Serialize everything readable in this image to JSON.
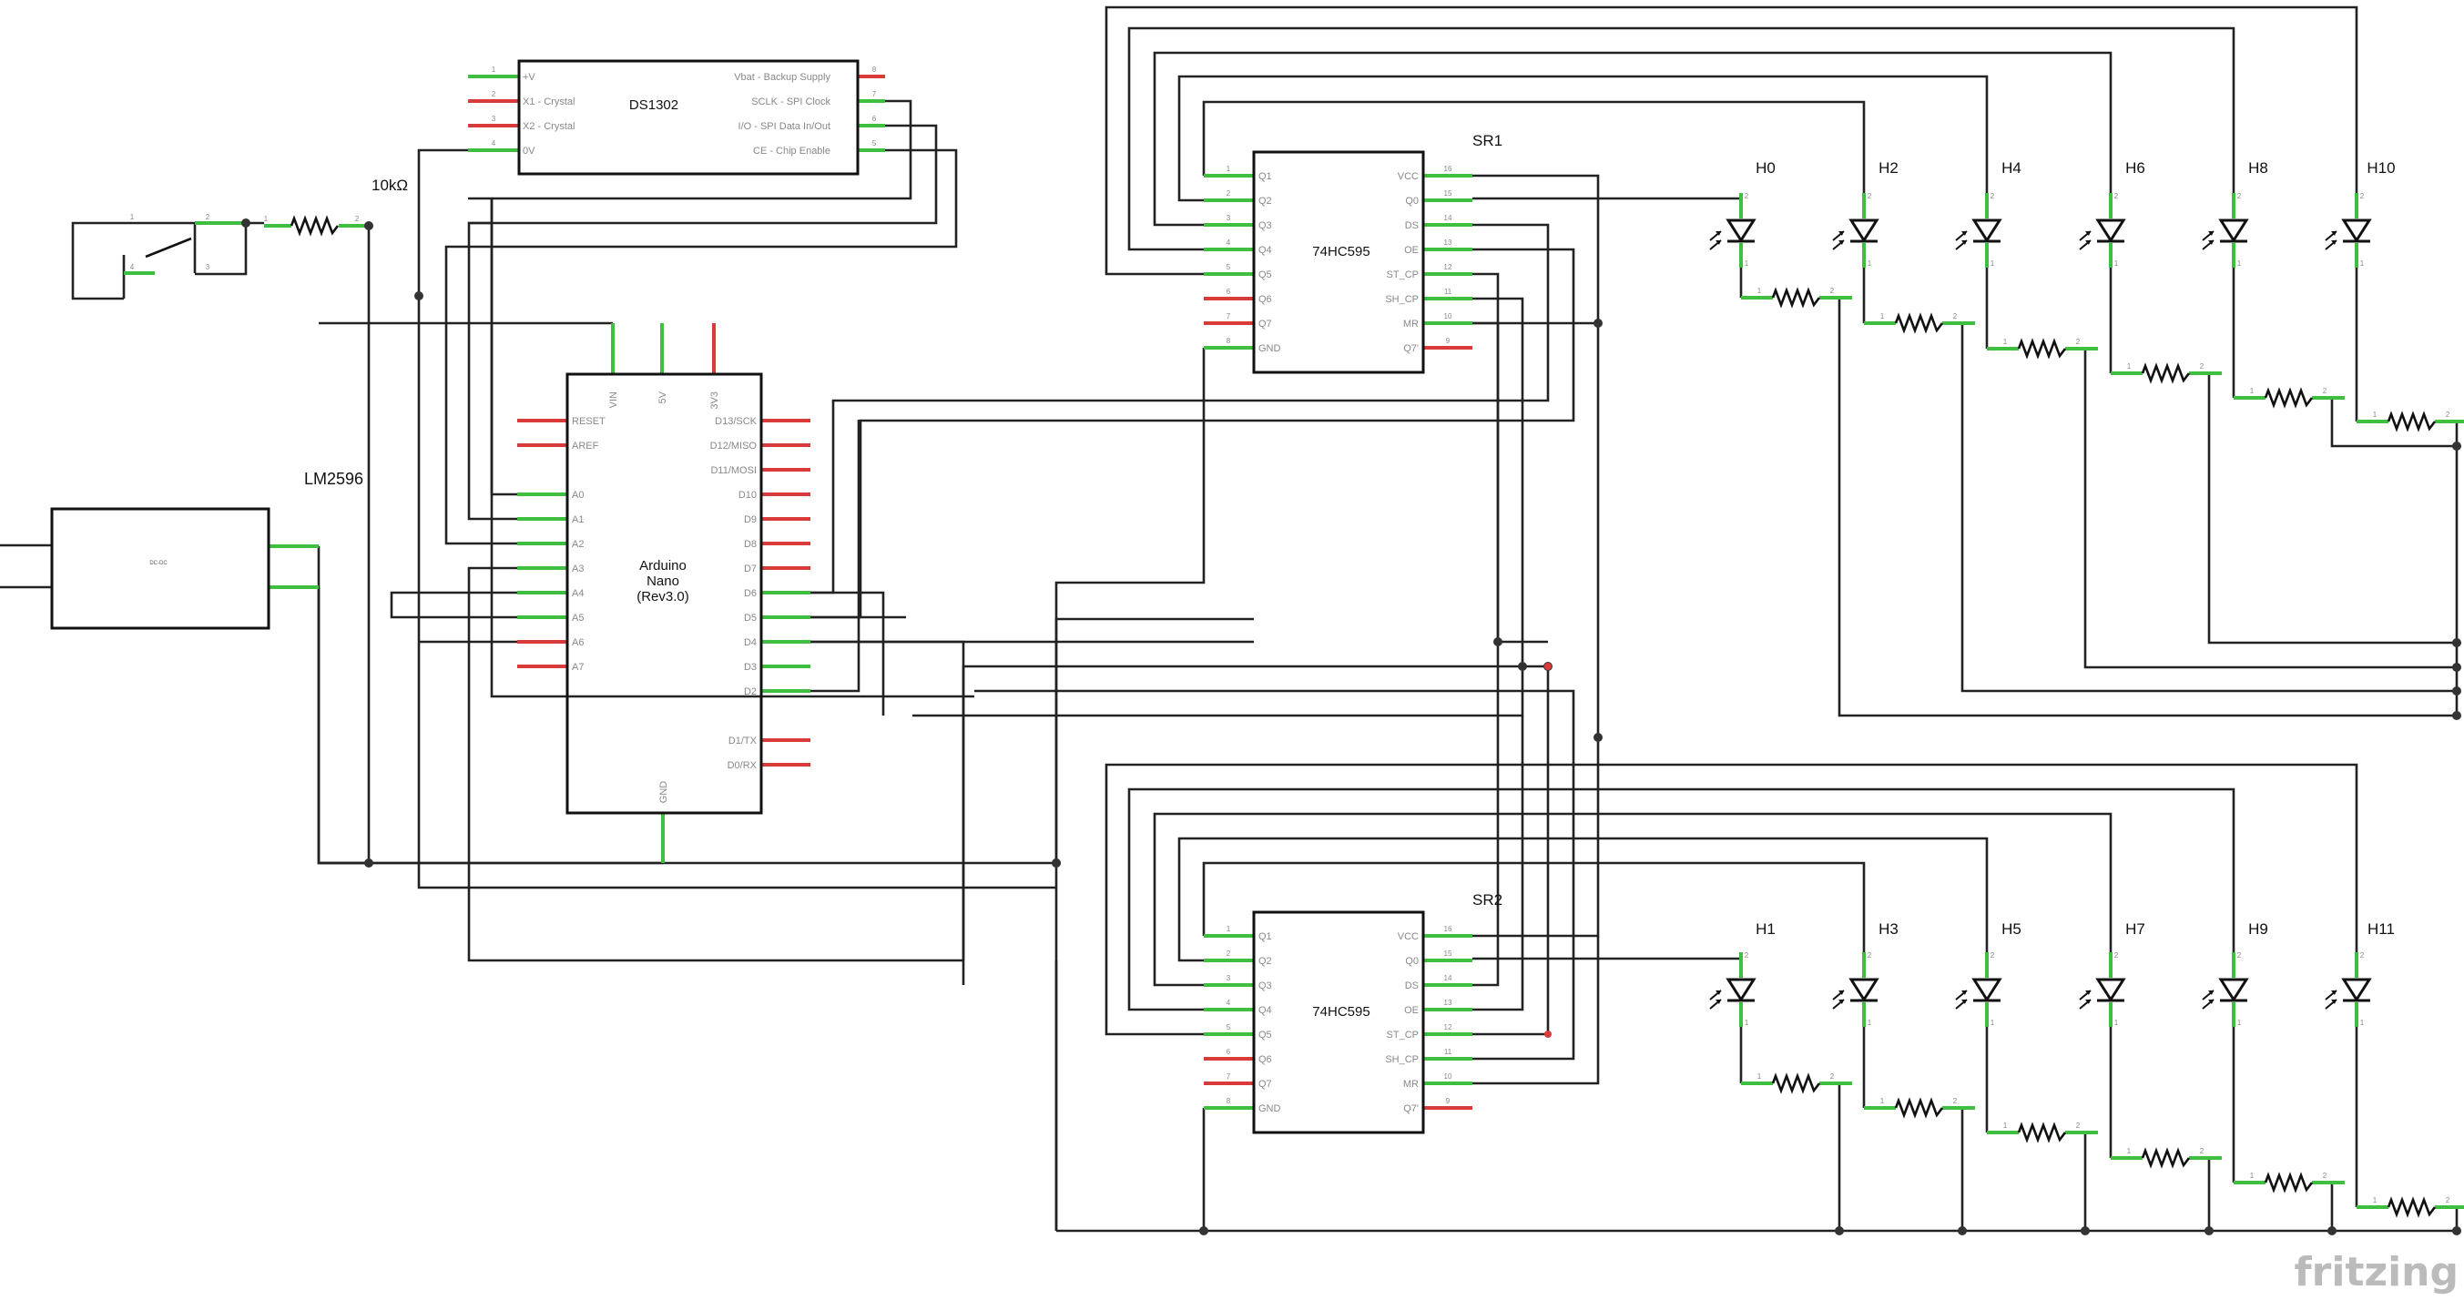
{
  "labels": {
    "ds1302": "DS1302",
    "ds_pins_left": [
      "+V",
      "X1 - Crystal",
      "X2 - Crystal",
      "0V"
    ],
    "ds_pins_right": [
      "Vbat - Backup Supply",
      "SCLK - SPI Clock",
      "I/O - SPI Data In/Out",
      "CE - Chip Enable"
    ],
    "resistor_value": "10kΩ",
    "lm2596": "LM2596",
    "arduino_name": [
      "Arduino",
      "Nano",
      "(Rev3.0)"
    ],
    "arduino_top_pins": [
      "VIN",
      "5V",
      "3V3"
    ],
    "arduino_gnd": "GND",
    "arduino_left_pins": [
      "RESET",
      "AREF",
      "A0",
      "A1",
      "A2",
      "A3",
      "A4",
      "A5",
      "A6",
      "A7"
    ],
    "arduino_right_pins": [
      "D13/SCK",
      "D12/MISO",
      "D11/MOSI",
      "D10",
      "D9",
      "D8",
      "D7",
      "D6",
      "D5",
      "D4",
      "D3",
      "D2",
      "D1/TX",
      "D0/RX"
    ],
    "sr1": "SR1",
    "sr2": "SR2",
    "sr_chip": "74HC595",
    "sr_left_pins": [
      "Q1",
      "Q2",
      "Q3",
      "Q4",
      "Q5",
      "Q6",
      "Q7",
      "GND"
    ],
    "sr_right_pins": [
      "VCC",
      "Q0",
      "DS",
      "OE",
      "ST_CP",
      "SH_CP",
      "MR",
      "Q7'"
    ],
    "leds_top": [
      "H0",
      "H2",
      "H4",
      "H6",
      "H8",
      "H10"
    ],
    "leds_bottom": [
      "H1",
      "H3",
      "H5",
      "H7",
      "H9",
      "H11"
    ],
    "watermark": "fritzing"
  },
  "colors": {
    "wire": "#222222",
    "pin_connected": "#3fbf3f",
    "pin_open": "#d93a3a",
    "pin_text": "#888888",
    "junction": "#333333",
    "watermark": "#bbbbbb"
  }
}
